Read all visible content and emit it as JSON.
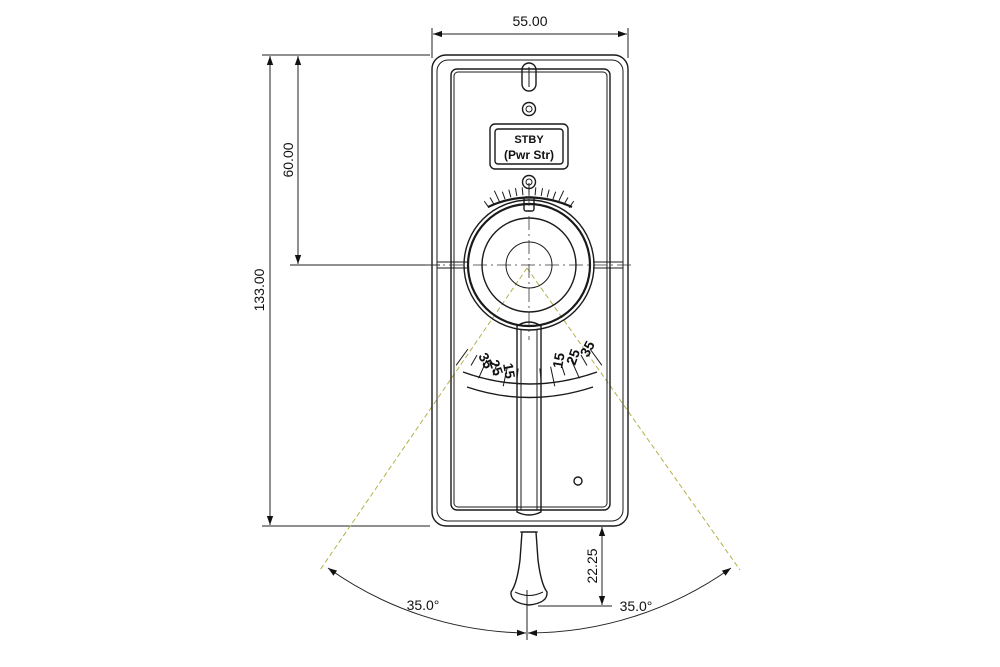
{
  "dimensions": {
    "width": "55.00",
    "upper_height": "60.00",
    "total_height": "133.00",
    "handle_length": "22.25",
    "angle_left": "35.0°",
    "angle_right": "35.0°"
  },
  "label": {
    "line1": "STBY",
    "line2": "(Pwr Str)"
  },
  "scale_left": [
    "35",
    "25",
    "15"
  ],
  "scale_right": [
    "15",
    "25",
    "35"
  ]
}
